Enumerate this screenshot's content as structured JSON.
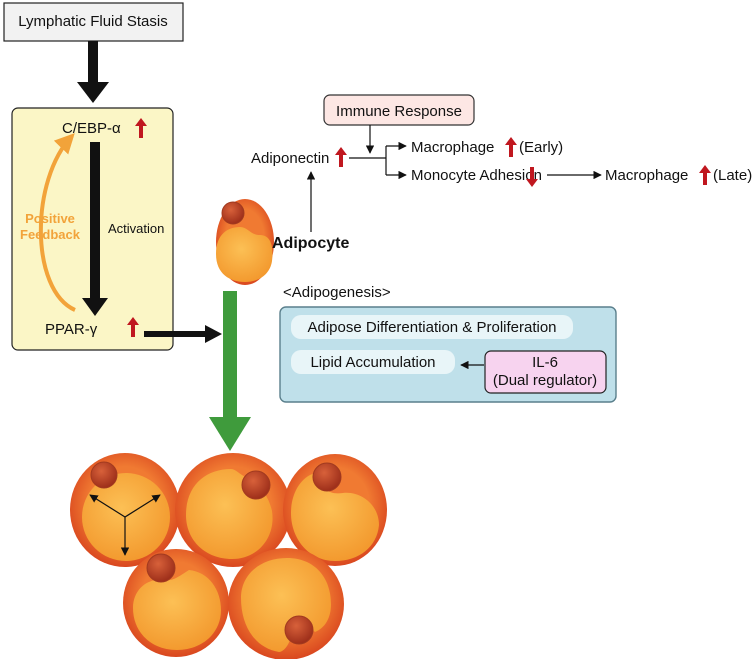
{
  "colors": {
    "up_arrow": "#c0171f",
    "down_arrow": "#c0171f",
    "feedback": "#f2a33a",
    "green_arrow": "#3f9b3c",
    "regulation_box_fill": "#fbf6c6",
    "adipogenesis_box_fill": "#bfe0ea",
    "adipogenesis_box_stroke": "#5a7f8c",
    "immune_box_fill": "#fde7e4",
    "il6_box_fill": "#f7d3ef",
    "cell_outer": "#e85b2a",
    "cell_inner": "#f9a836",
    "nucleus": "#c14428"
  },
  "top_box": {
    "label": "Lymphatic Fluid Stasis"
  },
  "regulation_box": {
    "cebp_label": "C/EBP-α",
    "pparg_label": "PPAR-γ",
    "activation_label": "Activation",
    "feedback_line1": "Positive",
    "feedback_line2": "Feedback"
  },
  "adipocyte": {
    "label": "Adipocyte"
  },
  "immune": {
    "box_label": "Immune Response",
    "adiponectin_label": "Adiponectin",
    "macrophage_early_label": "Macrophage",
    "macrophage_early_suffix": "(Early)",
    "monocyte_label": "Monocyte Adhesion",
    "macrophage_late_label": "Macrophage",
    "macrophage_late_suffix": "(Late)"
  },
  "adipogenesis": {
    "title": "<Adipogenesis>",
    "differentiation_label": "Adipose Differentiation & Proliferation",
    "lipid_label": "Lipid Accumulation",
    "il6_line1": "IL-6",
    "il6_line2": "(Dual regulator)"
  }
}
